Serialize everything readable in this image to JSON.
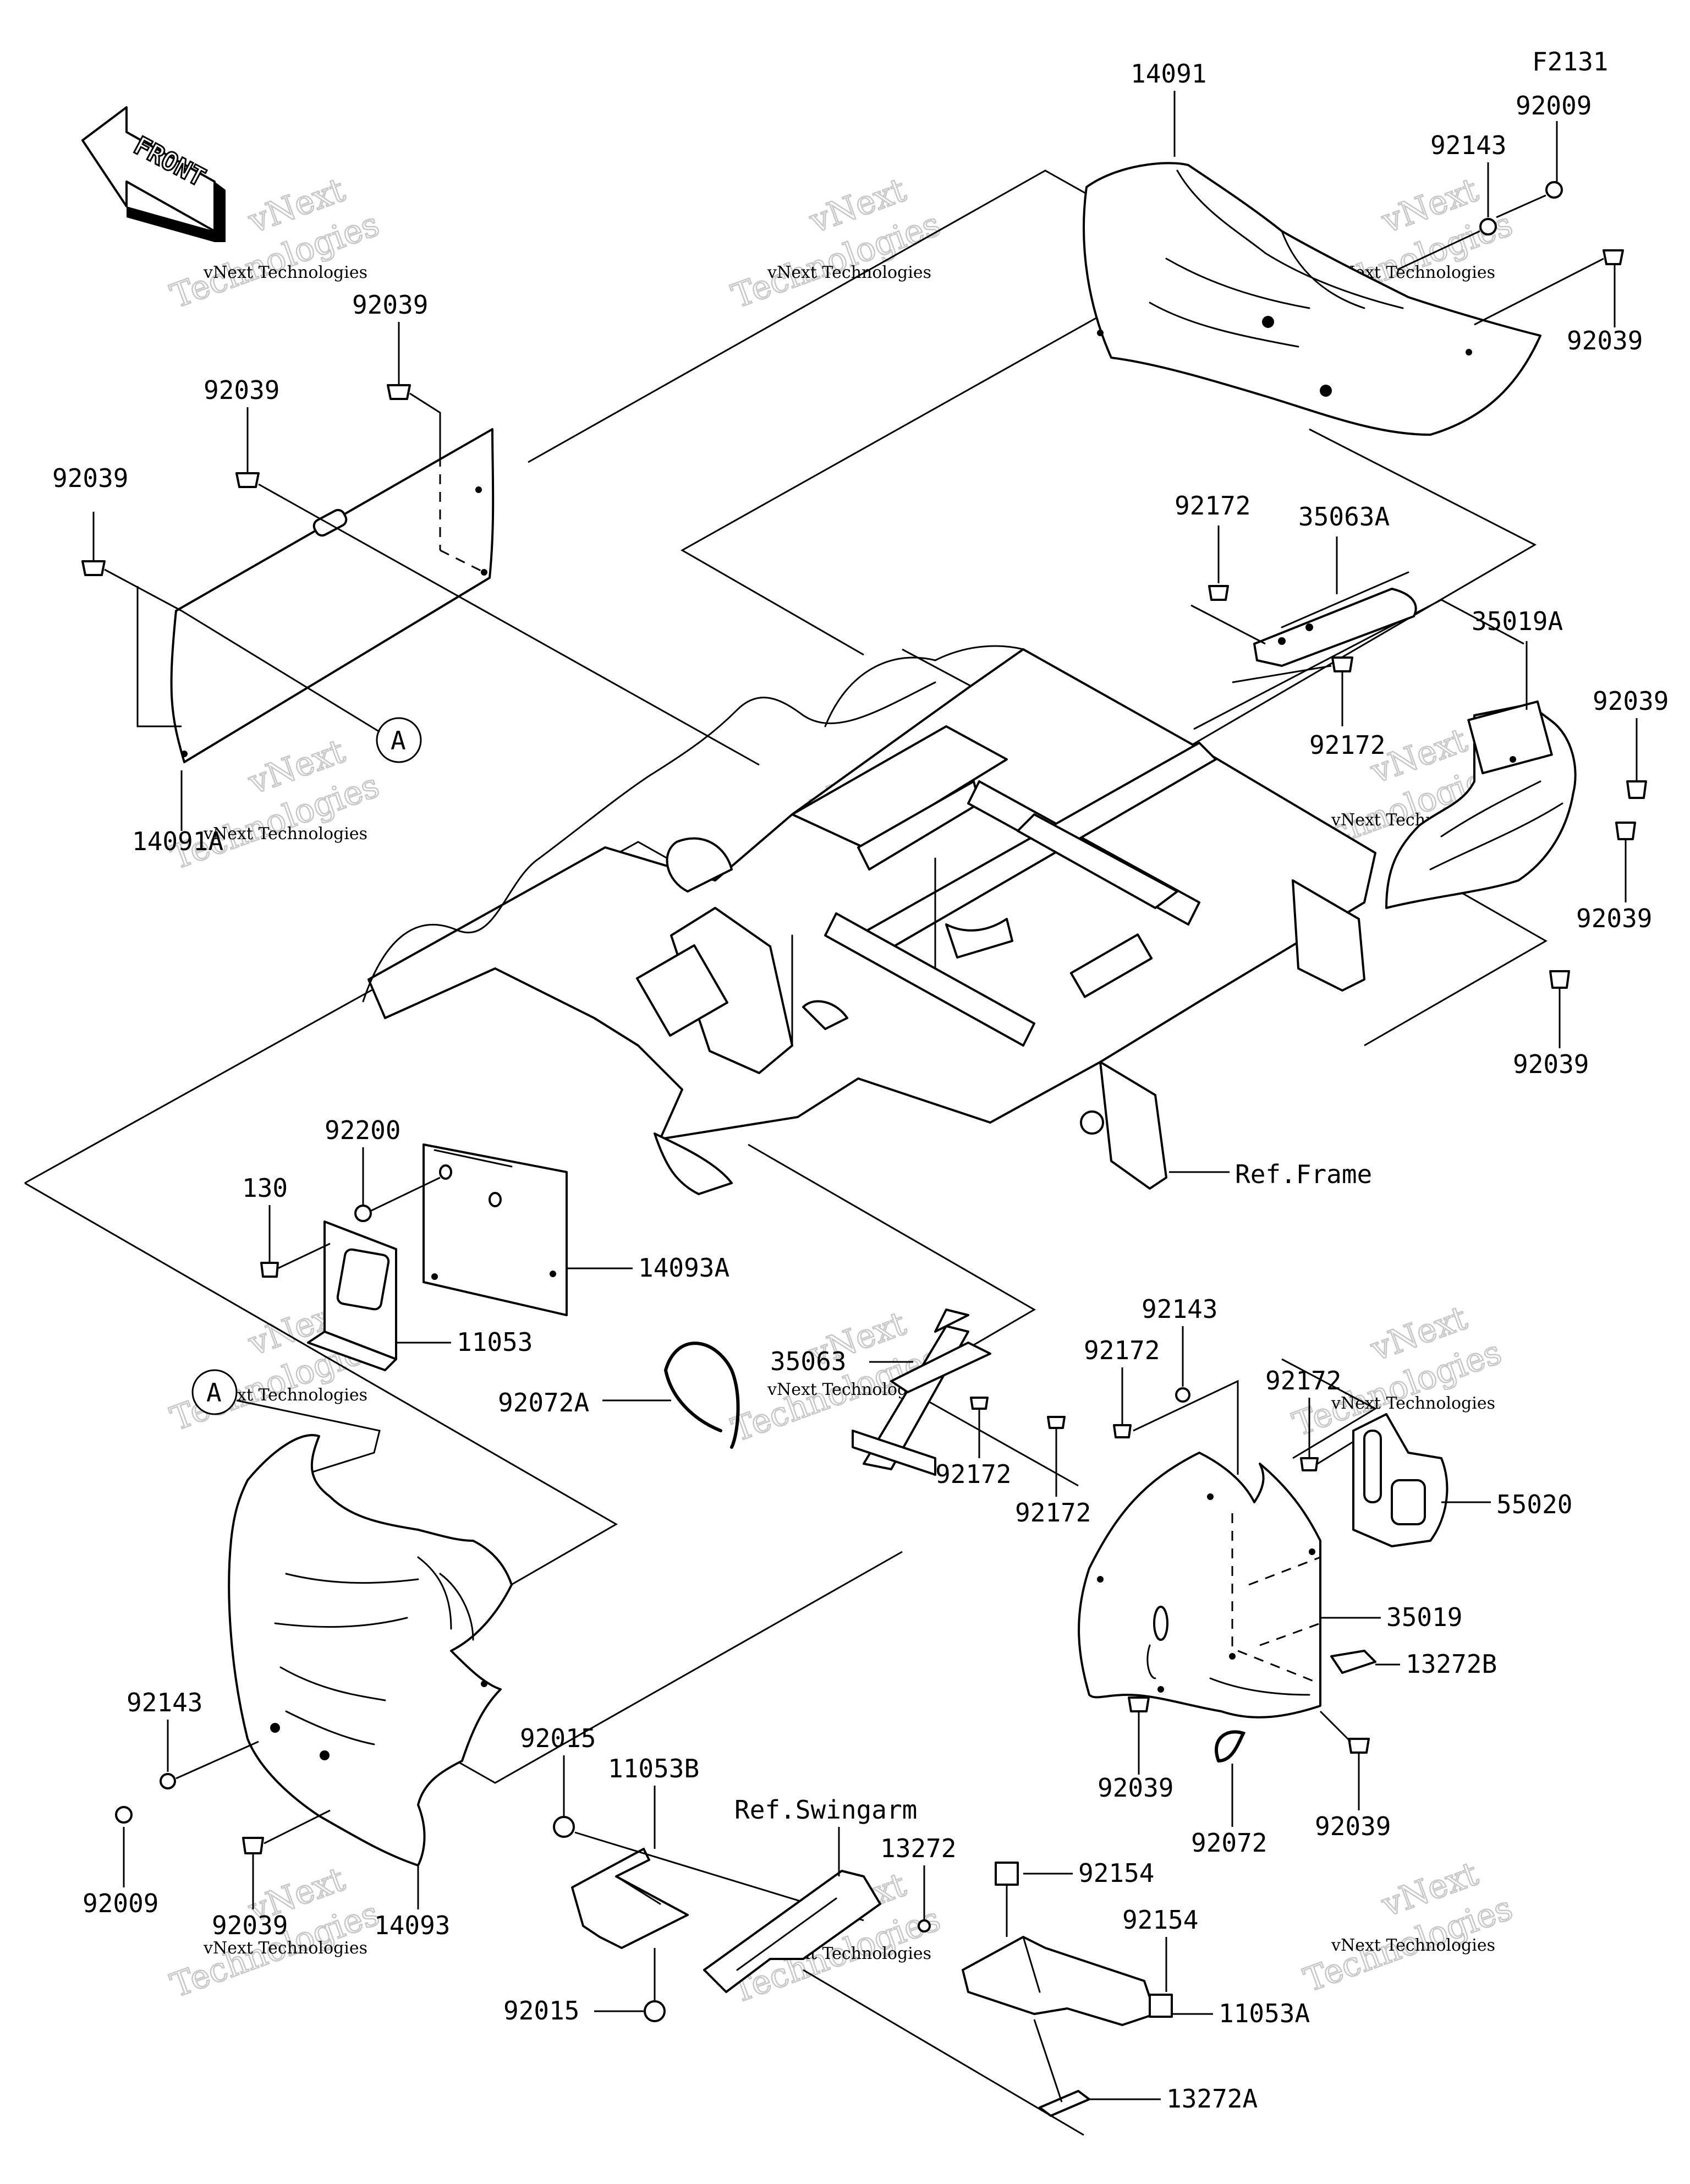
{
  "diagram": {
    "code": "F2131",
    "direction_label": "FRONT",
    "labels": {
      "p14091": "14091",
      "p14091A": "14091A",
      "p14093": "14093",
      "p14093A": "14093A",
      "p92039": "92039",
      "p92143": "92143",
      "p92009": "92009",
      "p92172": "92172",
      "p35063A": "35063A",
      "p35063": "35063",
      "p35019A": "35019A",
      "p35019": "35019",
      "p92200": "92200",
      "p130": "130",
      "p11053": "11053",
      "p11053A": "11053A",
      "p11053B": "11053B",
      "p92072A": "92072A",
      "p92072": "92072",
      "p55020": "55020",
      "p13272": "13272",
      "p13272A": "13272A",
      "p13272B": "13272B",
      "p92015": "92015",
      "p92154": "92154",
      "ref_frame": "Ref.Frame",
      "ref_swingarm": "Ref.Swingarm",
      "callout_a": "A"
    },
    "watermark": {
      "brand": "vNext",
      "line1": "vNext Technologies",
      "line2": "Technologies"
    }
  }
}
